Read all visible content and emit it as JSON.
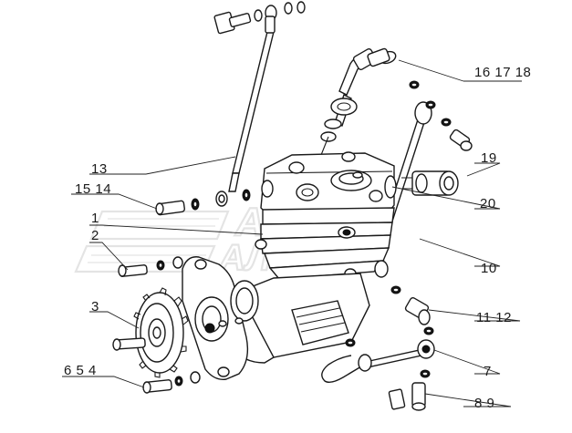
{
  "watermark": {
    "line1": "ABTO",
    "line2": "АЛЬЯНС"
  },
  "callouts": {
    "c_161718": "16 17 18",
    "c_13": "13",
    "c_1514": "15 14",
    "c_1": "1",
    "c_2": "2",
    "c_3": "3",
    "c_654": "6 5 4",
    "c_19": "19",
    "c_20": "20",
    "c_10": "10",
    "c_1112": "11 12",
    "c_7": "7",
    "c_89": "8 9"
  }
}
